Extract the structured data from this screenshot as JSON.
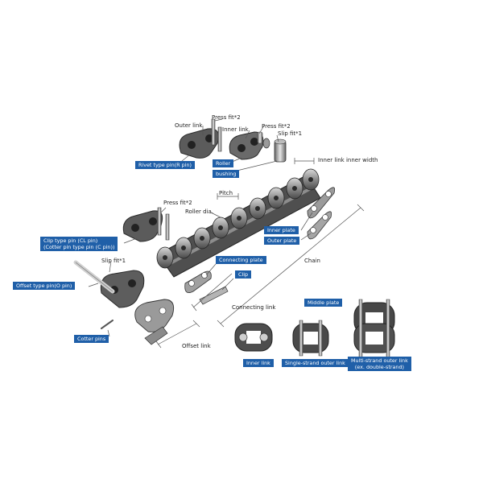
{
  "annotations": {
    "outer_link": "Outer link",
    "press_fit_top": "Press fit*2",
    "inner_link_top": "Inner link",
    "press_fit_mid": "Press fit*2",
    "slip_fit_top": "Slip fit*1",
    "inner_link_inner_width": "Inner link inner width",
    "pitch": "Pitch",
    "roller_dia": "Roller dia.",
    "press_fit_left": "Press fit*2",
    "slip_fit_left": "Slip fit*1",
    "chain": "Chain",
    "connecting_link": "Connecting link",
    "offset_link": "Offset link"
  },
  "tags": {
    "rivet_type_pin": "Rivet type pin(R pin)",
    "roller": "Roller",
    "bushing": "bushing",
    "clip_type_pin_1": "Clip type pin (CL pin)",
    "clip_type_pin_2": "(Cotter pin type pin (C pin))",
    "offset_type_pin": "Offset type pin(O pin)",
    "connecting_plate": "Connecting plate",
    "clip": "Clip",
    "inner_plate": "Inner plate",
    "outer_plate": "Outer plate",
    "cotter_pins": "Cotter pins",
    "middle_plate": "Middle plate",
    "inner_link_bottom": "Inner link",
    "single_strand_outer_link": "Single-strand outer link",
    "multi_strand_1": "Multi-strand outer link",
    "multi_strand_2": "(ex. double-strand)"
  },
  "colors": {
    "tag_bg": "#1f5fa8",
    "metal_dark": "#3d3d3d",
    "metal_mid": "#8a8a8a",
    "metal_light": "#c9c9c9"
  }
}
